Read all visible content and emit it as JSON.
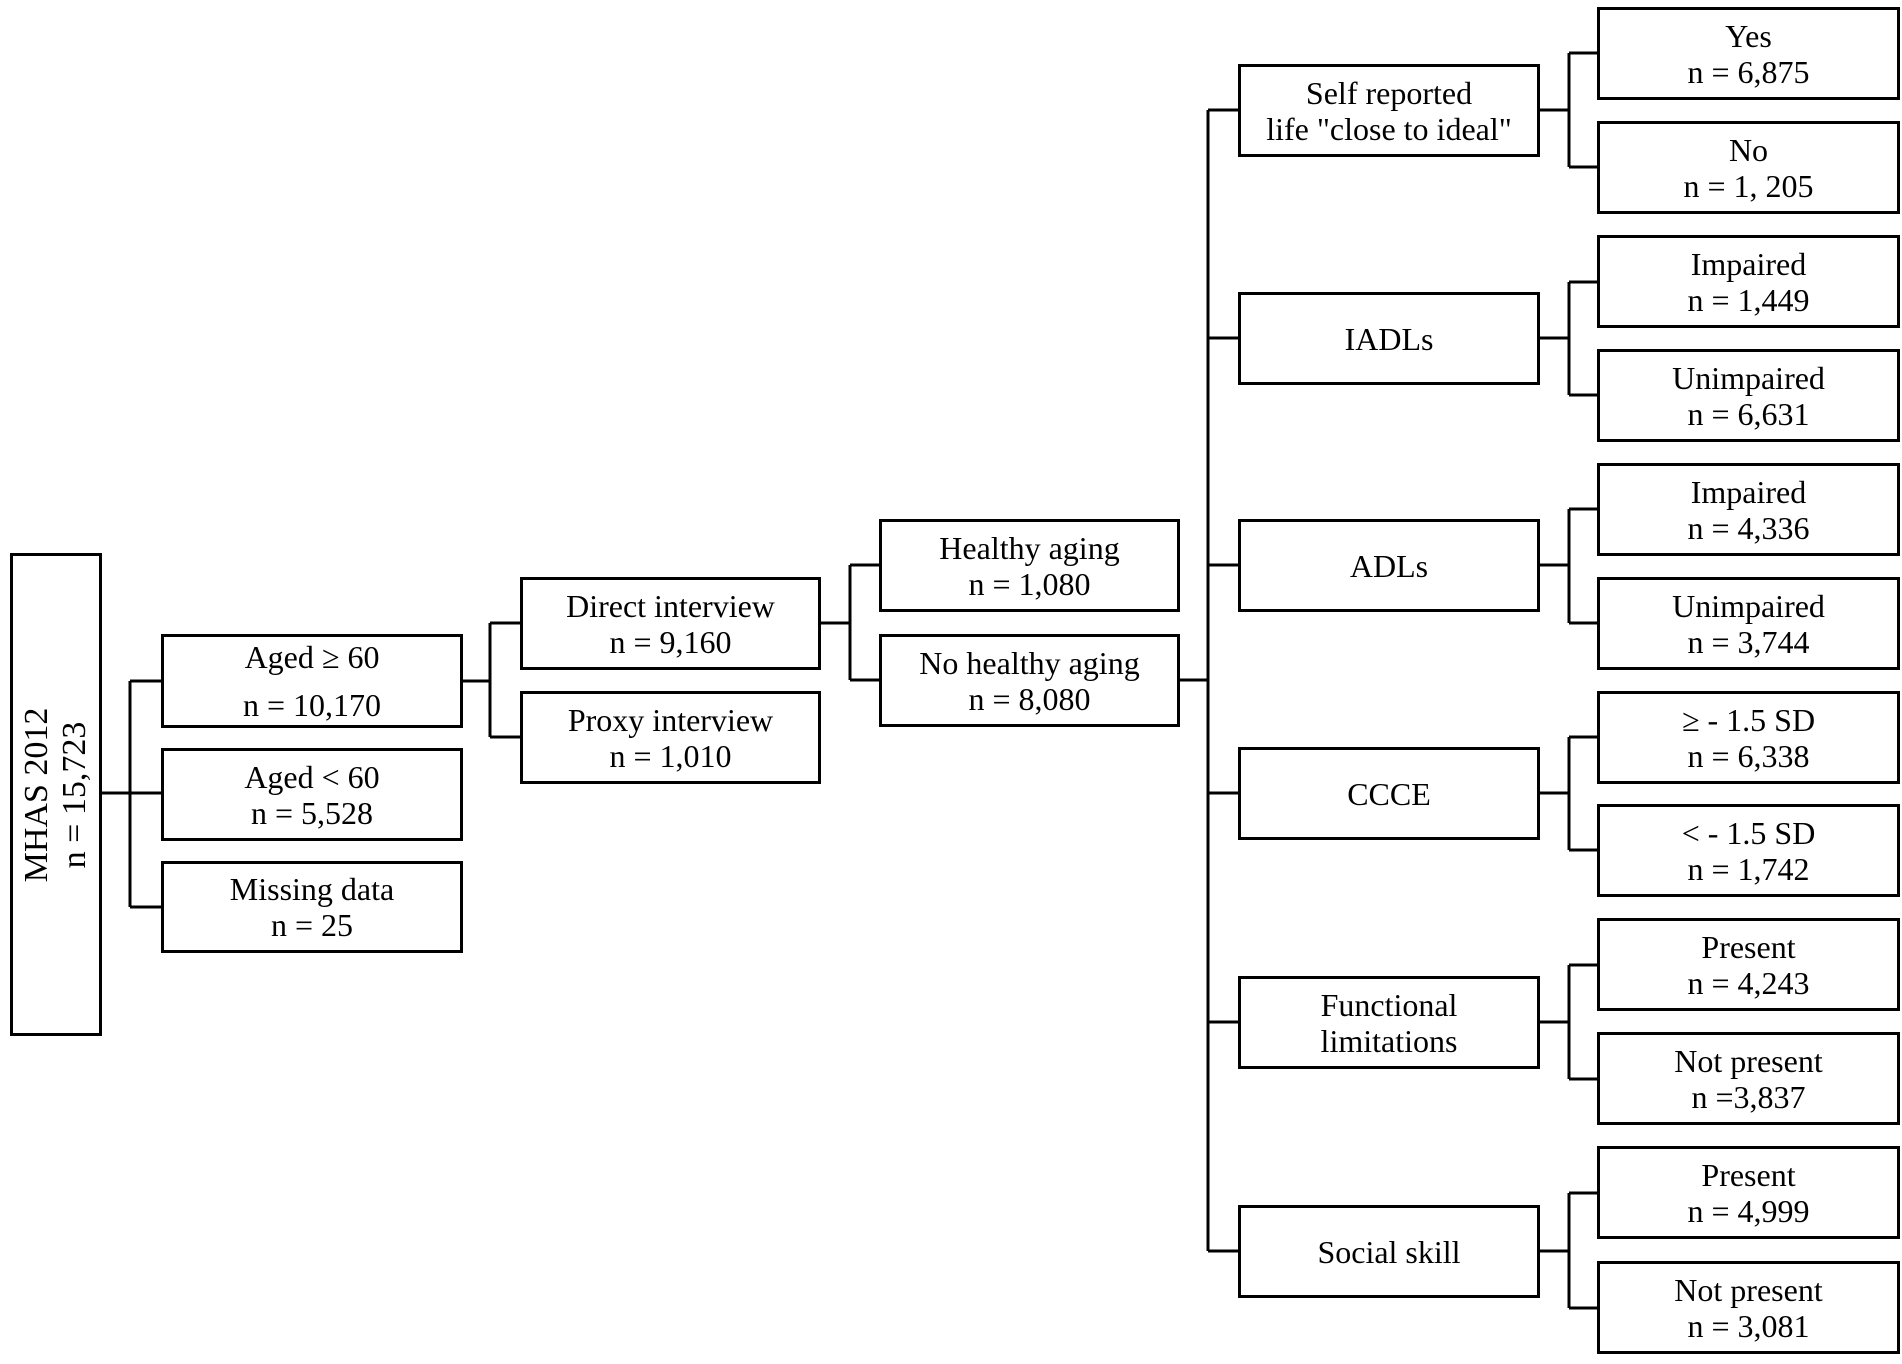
{
  "root": {
    "title": "MHAS 2012",
    "n": "n = 15,723"
  },
  "age_split": {
    "aged_60_plus": {
      "label": "Aged ≥ 60",
      "n": "n = 10,170"
    },
    "aged_under_60": {
      "label": "Aged < 60",
      "n": "n = 5,528"
    },
    "missing": {
      "label": "Missing data",
      "n": "n = 25"
    }
  },
  "interview": {
    "direct": {
      "label": "Direct interview",
      "n": "n = 9,160"
    },
    "proxy": {
      "label": "Proxy interview",
      "n": "n = 1,010"
    }
  },
  "aging": {
    "healthy": {
      "label": "Healthy aging",
      "n": "n = 1,080"
    },
    "no_healthy": {
      "label": "No healthy aging",
      "n": "n = 8,080"
    }
  },
  "domains": [
    {
      "label_line1": "Self reported",
      "label_line2": "life \"close to ideal\"",
      "outcomes": [
        {
          "label": "Yes",
          "n": "n = 6,875"
        },
        {
          "label": "No",
          "n": "n = 1, 205"
        }
      ]
    },
    {
      "label_line1": "IADLs",
      "label_line2": "",
      "outcomes": [
        {
          "label": "Impaired",
          "n": "n = 1,449"
        },
        {
          "label": "Unimpaired",
          "n": "n = 6,631"
        }
      ]
    },
    {
      "label_line1": "ADLs",
      "label_line2": "",
      "outcomes": [
        {
          "label": "Impaired",
          "n": "n = 4,336"
        },
        {
          "label": "Unimpaired",
          "n": "n = 3,744"
        }
      ]
    },
    {
      "label_line1": "CCCE",
      "label_line2": "",
      "outcomes": [
        {
          "label": "≥ - 1.5 SD",
          "n": "n = 6,338"
        },
        {
          "label": "< - 1.5 SD",
          "n": "n = 1,742"
        }
      ]
    },
    {
      "label_line1": "Functional",
      "label_line2": "limitations",
      "outcomes": [
        {
          "label": "Present",
          "n": "n = 4,243"
        },
        {
          "label": "Not present",
          "n": "n =3,837"
        }
      ]
    },
    {
      "label_line1": "Social skill",
      "label_line2": "",
      "outcomes": [
        {
          "label": "Present",
          "n": "n = 4,999"
        },
        {
          "label": "Not present",
          "n": "n = 3,081"
        }
      ]
    }
  ]
}
